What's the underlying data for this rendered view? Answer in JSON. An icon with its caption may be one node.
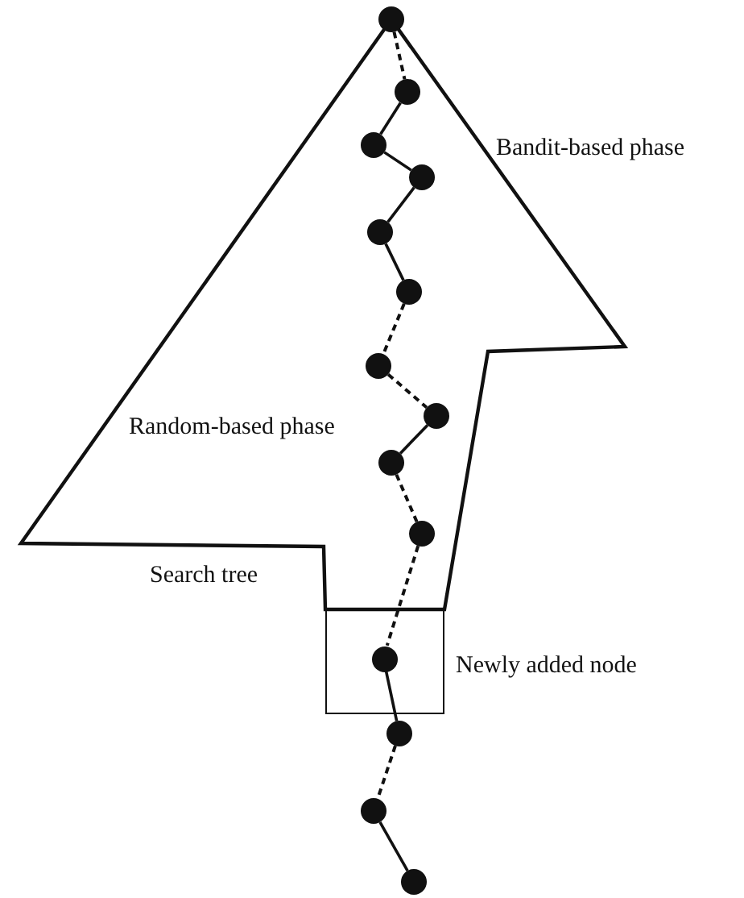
{
  "diagram": {
    "nodes": [
      {
        "text": [
          "Search tree"
        ]
      },
      {
        "text": [],
        "shape": "circle",
        "in": 0
      },
      {
        "text": [],
        "shape": "circle",
        "in": 0
      },
      {
        "text": [],
        "shape": "circle",
        "in": 0
      },
      {
        "text": [],
        "shape": "circle",
        "in": 0
      },
      {
        "text": [],
        "shape": "circle",
        "in": 0
      },
      {
        "text": [],
        "shape": "circle",
        "in": 0
      },
      {
        "text": [],
        "shape": "circle",
        "in": 0
      },
      {
        "text": [],
        "shape": "circle",
        "in": 0
      },
      {
        "text": [],
        "shape": "circle",
        "in": 0
      },
      {
        "text": [],
        "shape": "circle",
        "in": 0
      },
      {
        "text": [],
        "shape": "box",
        "beside": [
          "Newly added node"
        ]
      },
      {
        "text": [],
        "shape": "circle",
        "in": 11
      },
      {
        "text": [],
        "shape": "circle"
      },
      {
        "text": [],
        "shape": "circle"
      },
      {
        "text": [],
        "shape": "circle"
      }
    ],
    "edges": [
      {
        "from": 1,
        "to": 2,
        "arrow": "none",
        "style": "dashed"
      },
      {
        "from": 2,
        "to": 3,
        "arrow": "none"
      },
      {
        "from": 3,
        "to": 4,
        "arrow": "none"
      },
      {
        "from": 4,
        "to": 5,
        "arrow": "none"
      },
      {
        "from": 5,
        "to": 6,
        "arrow": "none"
      },
      {
        "from": 6,
        "to": 7,
        "arrow": "none",
        "style": "dashed"
      },
      {
        "from": 7,
        "to": 8,
        "arrow": "none",
        "style": "dashed"
      },
      {
        "from": 8,
        "to": 9,
        "arrow": "none"
      },
      {
        "from": 9,
        "to": 10,
        "arrow": "none",
        "style": "dashed"
      },
      {
        "from": 10,
        "to": 12,
        "arrow": "none",
        "style": "dashed"
      },
      {
        "from": 12,
        "to": 13,
        "arrow": "none"
      },
      {
        "from": 13,
        "to": 14,
        "arrow": "none",
        "style": "dashed"
      },
      {
        "from": 14,
        "to": 15,
        "arrow": "none"
      }
    ],
    "labels": [
      "Bandit-based phase",
      "Random-based phase"
    ]
  }
}
